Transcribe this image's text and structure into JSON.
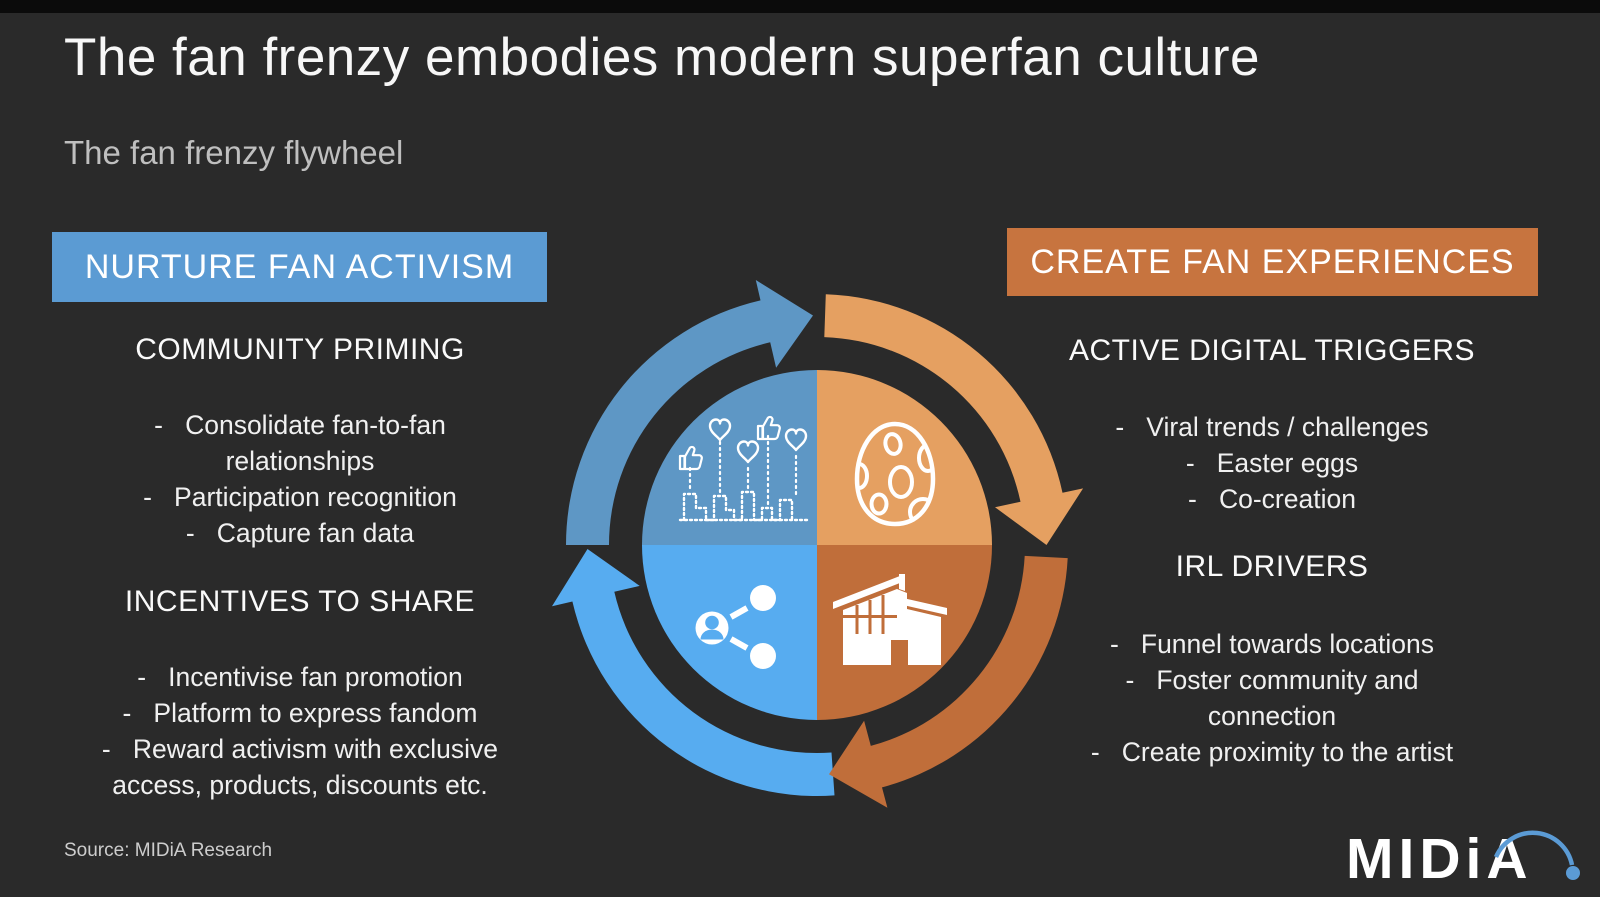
{
  "page": {
    "title": "The fan frenzy embodies modern superfan culture",
    "subtitle": "The fan frenzy flywheel",
    "source": "Source: MIDiA Research",
    "logo_text": "MIDiA"
  },
  "colors": {
    "background": "#2a2a2a",
    "top_bar": "#0b0b0b",
    "blue_header": "#5b9bd3",
    "orange_header": "#c7743f",
    "blue_muted": "#5e97c5",
    "blue_bright": "#57acf0",
    "orange_light": "#e5a061",
    "orange_dark": "#c06e3a",
    "logo_arc_blue": "#5b9bd5"
  },
  "left_panel": {
    "header": "NURTURE FAN ACTIVISM",
    "sections": [
      {
        "heading": "COMMUNITY PRIMING",
        "bullets": [
          "-   Consolidate fan-to-fan\nrelationships",
          "-   Participation recognition",
          "-   Capture fan data"
        ]
      },
      {
        "heading": "INCENTIVES TO SHARE",
        "bullets": [
          "-   Incentivise fan promotion",
          "-   Platform to express fandom",
          "-   Reward activism with exclusive\naccess, products, discounts etc."
        ]
      }
    ]
  },
  "right_panel": {
    "header": "CREATE FAN EXPERIENCES",
    "sections": [
      {
        "heading": "ACTIVE DIGITAL TRIGGERS",
        "bullets": [
          "-   Viral trends / challenges",
          "-   Easter eggs",
          "-   Co-creation"
        ]
      },
      {
        "heading": "IRL DRIVERS",
        "bullets": [
          "-   Funnel towards locations",
          "-   Foster community and\nconnection",
          "-   Create proximity to the artist"
        ]
      }
    ]
  },
  "flywheel": {
    "direction": "clockwise",
    "quadrant_icons": [
      "engagement-chart-icon",
      "easter-egg-icon",
      "share-network-icon",
      "venue-building-icon"
    ]
  }
}
